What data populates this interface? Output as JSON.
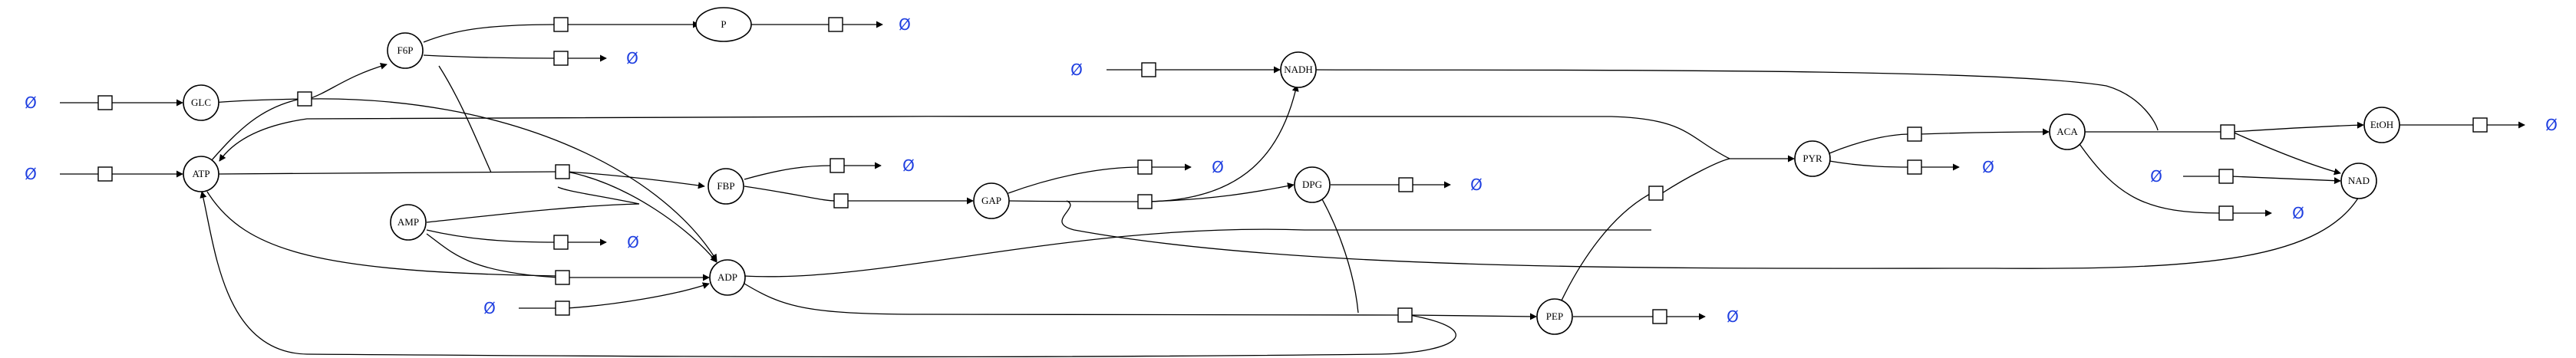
{
  "diagram": {
    "empty_set_symbol": "Ø",
    "empty_set_color": "#1f3fe0",
    "species": {
      "glc": "GLC",
      "atp": "ATP",
      "f6p": "F6P",
      "p": "P",
      "amp": "AMP",
      "fbp": "FBP",
      "adp": "ADP",
      "gap": "GAP",
      "nadh": "NADH",
      "dpg": "DPG",
      "pep": "PEP",
      "pyr": "PYR",
      "aca": "ACA",
      "etoh": "EtOH",
      "nad": "NAD"
    }
  }
}
